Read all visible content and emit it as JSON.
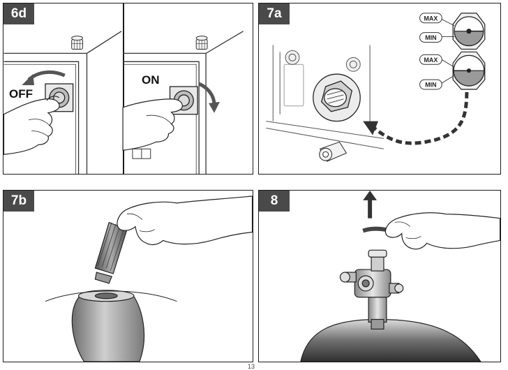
{
  "steps": {
    "s6d": {
      "tag": "6d",
      "off_label": "OFF",
      "on_label": "ON"
    },
    "s7a": {
      "tag": "7a",
      "gauge_top": {
        "max": "MAX",
        "min": "MIN"
      },
      "gauge_bottom": {
        "max": "MAX",
        "min": "MIN"
      }
    },
    "s7b": {
      "tag": "7b"
    },
    "s8": {
      "tag": "8"
    }
  },
  "page_number": "13"
}
